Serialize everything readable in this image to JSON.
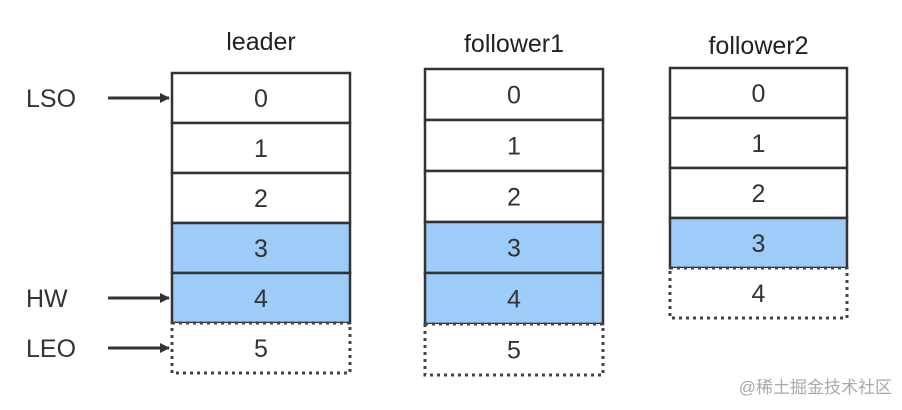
{
  "columns": [
    {
      "title": "leader",
      "cells": [
        {
          "label": "0",
          "state": "plain"
        },
        {
          "label": "1",
          "state": "plain"
        },
        {
          "label": "2",
          "state": "plain"
        },
        {
          "label": "3",
          "state": "highlighted"
        },
        {
          "label": "4",
          "state": "highlighted"
        },
        {
          "label": "5",
          "state": "pending"
        }
      ]
    },
    {
      "title": "follower1",
      "cells": [
        {
          "label": "0",
          "state": "plain"
        },
        {
          "label": "1",
          "state": "plain"
        },
        {
          "label": "2",
          "state": "plain"
        },
        {
          "label": "3",
          "state": "highlighted"
        },
        {
          "label": "4",
          "state": "highlighted"
        },
        {
          "label": "5",
          "state": "pending"
        }
      ]
    },
    {
      "title": "follower2",
      "cells": [
        {
          "label": "0",
          "state": "plain"
        },
        {
          "label": "1",
          "state": "plain"
        },
        {
          "label": "2",
          "state": "plain"
        },
        {
          "label": "3",
          "state": "highlighted"
        },
        {
          "label": "4",
          "state": "pending"
        }
      ]
    }
  ],
  "markers": [
    {
      "label": "LSO",
      "target_index": 0
    },
    {
      "label": "HW",
      "target_index": 4
    },
    {
      "label": "LEO",
      "target_index": 5
    }
  ],
  "watermark": "@稀土掘金技术社区",
  "colors": {
    "highlight_fill": "#9dccf9",
    "plain_fill": "#ffffff",
    "border": "#333333",
    "pending_border": "#444444",
    "arrow": "#333333"
  }
}
